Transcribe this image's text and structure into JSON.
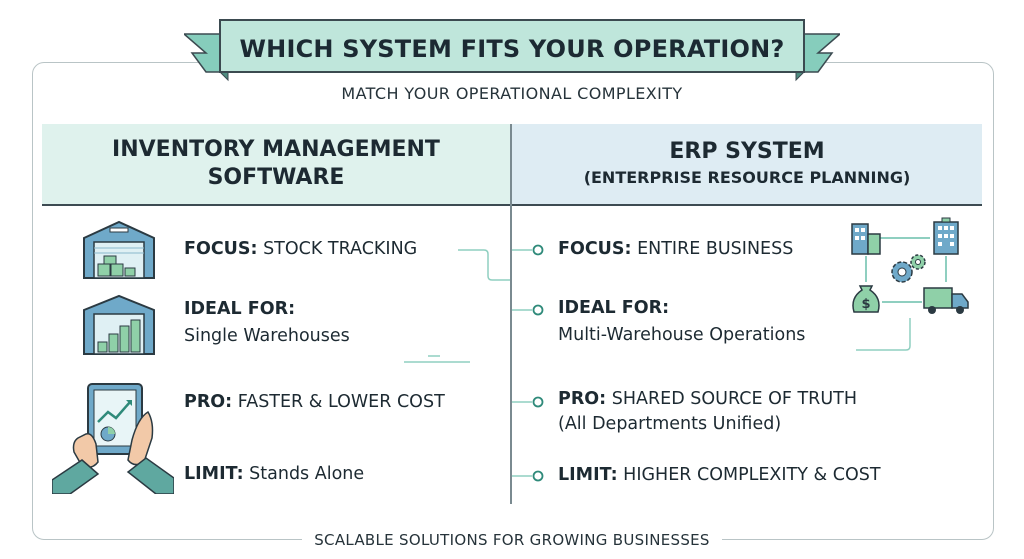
{
  "header": {
    "title": "WHICH SYSTEM FITS YOUR OPERATION?",
    "subtitle": "MATCH YOUR OPERATIONAL COMPLEXITY"
  },
  "left": {
    "title_line1": "INVENTORY MANAGEMENT",
    "title_line2": "SOFTWARE",
    "rows": [
      {
        "label": "FOCUS:",
        "value": "STOCK TRACKING"
      },
      {
        "label": "IDEAL FOR:",
        "value": "Single Warehouses"
      },
      {
        "label": "PRO:",
        "value": "FASTER & LOWER COST"
      },
      {
        "label": "LIMIT:",
        "value": "Stands Alone"
      }
    ],
    "icons": [
      "warehouse-icon",
      "warehouse-chart-icon",
      "tablet-analytics-icon"
    ]
  },
  "right": {
    "title": "ERP SYSTEM",
    "subtitle": "(ENTERPRISE RESOURCE PLANNING)",
    "rows": [
      {
        "label": "FOCUS:",
        "value": "ENTIRE BUSINESS"
      },
      {
        "label": "IDEAL FOR:",
        "value": "Multi-Warehouse Operations"
      },
      {
        "label": "PRO:",
        "value": "SHARED SOURCE OF TRUTH",
        "note": "(All Departments Unified)"
      },
      {
        "label": "LIMIT:",
        "value": "HIGHER COMPLEXITY & COST"
      }
    ],
    "icons": [
      "erp-network-icon"
    ]
  },
  "footer": "SCALABLE SOLUTIONS FOR GROWING BUSINESSES",
  "colors": {
    "teal": "#8fd0c0",
    "teal_dark": "#2f8a7a",
    "left_header_bg": "#dff2ed",
    "right_header_bg": "#deecf3",
    "text": "#1d2a32"
  }
}
